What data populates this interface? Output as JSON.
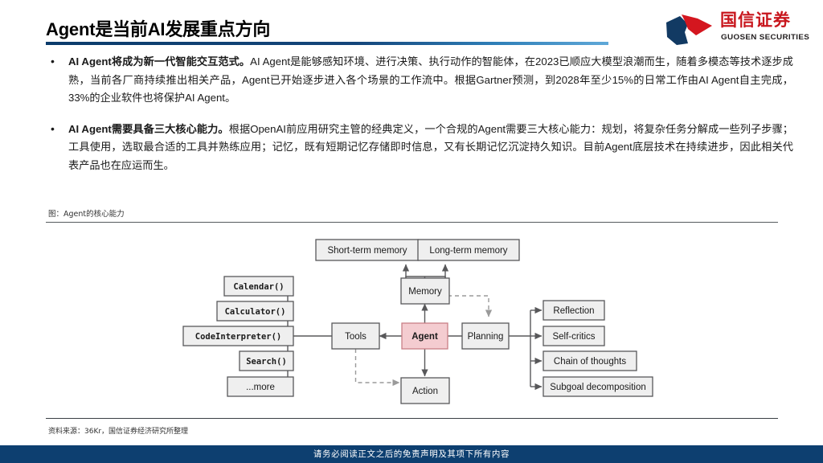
{
  "slide": {
    "title": "Agent是当前AI发展重点方向",
    "accent_dark": "#0b3c6b",
    "accent_light": "#5fa8d8",
    "brand_red": "#c8161d"
  },
  "logo": {
    "name_cn": "国信证券",
    "name_en": "GUOSEN SECURITIES"
  },
  "bullets": [
    {
      "lead": "AI Agent将成为新一代智能交互范式。",
      "body": "AI Agent是能够感知环境、进行决策、执行动作的智能体，在2023已顺应大模型浪潮而生，随着多模态等技术逐步成熟，当前各厂商持续推出相关产品，Agent已开始逐步进入各个场景的工作流中。根据Gartner预测，到2028年至少15%的日常工作由AI Agent自主完成，33%的企业软件也将保护AI Agent。"
    },
    {
      "lead": "AI Agent需要具备三大核心能力。",
      "body": "根据OpenAI前应用研究主管的经典定义，一个合规的Agent需要三大核心能力：规划，将复杂任务分解成一些列子步骤；工具使用，选取最合适的工具并熟练应用；记忆，既有短期记忆存储即时信息，又有长期记忆沉淀持久知识。目前Agent底层技术在持续进步，因此相关代表产品也在应运而生。"
    }
  ],
  "figure": {
    "caption": "图：Agent的核心能力",
    "source": "资料来源：36Kr，国信证券经济研究所整理",
    "nodes": {
      "agent": "Agent",
      "memory": "Memory",
      "tools": "Tools",
      "planning": "Planning",
      "action": "Action",
      "short_term_memory": "Short-term memory",
      "long_term_memory": "Long-term memory",
      "calendar": "Calendar()",
      "calculator": "Calculator()",
      "code_interpreter": "CodeInterpreter()",
      "search": "Search()",
      "more": "...more",
      "reflection": "Reflection",
      "self_critics": "Self-critics",
      "chain_of_thoughts": "Chain of thoughts",
      "subgoal_decomposition": "Subgoal decomposition"
    },
    "colors": {
      "agent_fill": "#f4ccd0",
      "agent_stroke": "#c87f86",
      "node_fill": "#efefef",
      "node_stroke": "#58585a",
      "edge": "#58585a"
    }
  },
  "footer": {
    "disclaimer": "请务必阅读正文之后的免责声明及其项下所有内容"
  }
}
